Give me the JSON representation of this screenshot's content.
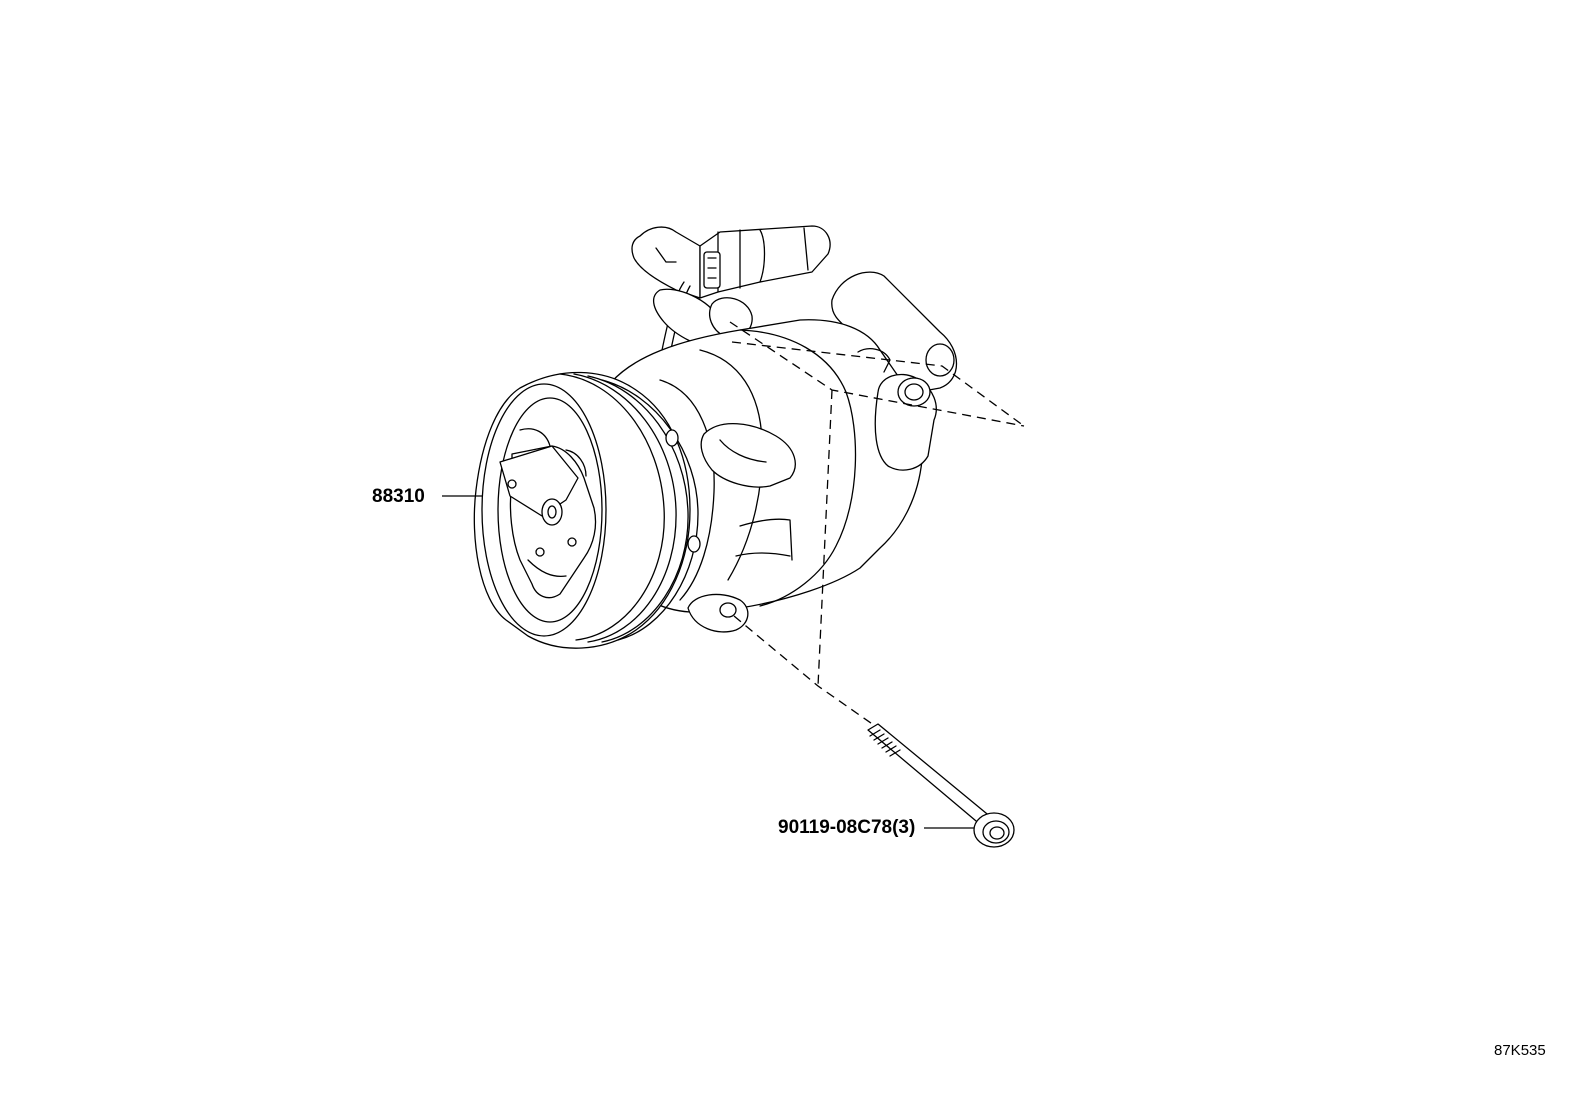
{
  "diagram": {
    "parts": [
      {
        "number": "88310"
      },
      {
        "number": "90119-08C78(3)"
      }
    ],
    "figure_code": "87K535"
  }
}
